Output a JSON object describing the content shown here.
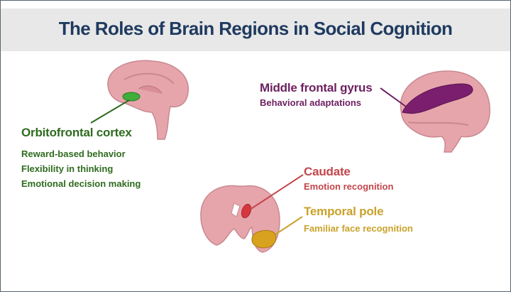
{
  "title": "The Roles of Brain Regions in Social Cognition",
  "regions": {
    "orbitofrontal": {
      "name": "Orbitofrontal cortex",
      "roles": [
        "Reward-based behavior",
        "Flexibility in thinking",
        "Emotional decision making"
      ],
      "color": "#2f6b1f"
    },
    "middle_frontal": {
      "name": "Middle frontal gyrus",
      "roles": [
        "Behavioral adaptations"
      ],
      "color": "#6d1f60"
    },
    "caudate": {
      "name": "Caudate",
      "roles": [
        "Emotion recognition"
      ],
      "color": "#c2464b"
    },
    "temporal_pole": {
      "name": "Temporal pole",
      "roles": [
        "Familiar face recognition"
      ],
      "color": "#c9a22a"
    }
  }
}
